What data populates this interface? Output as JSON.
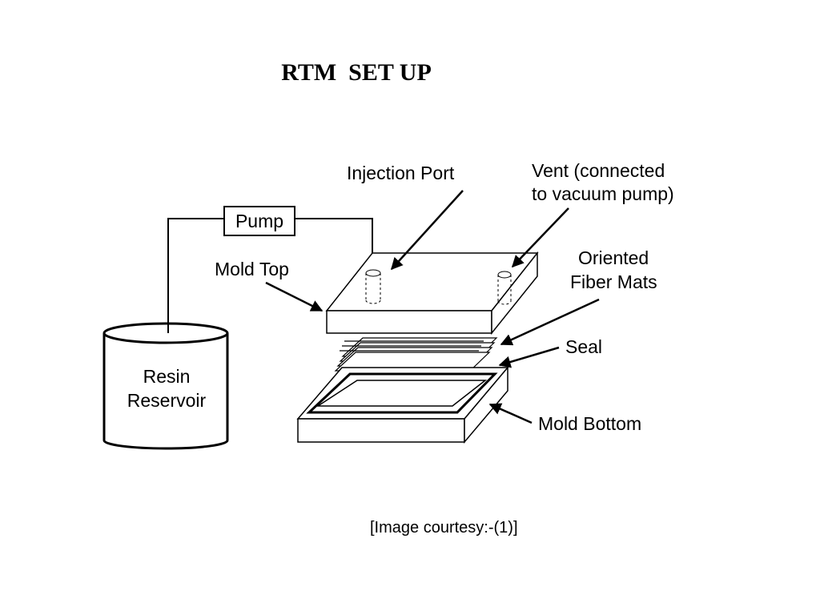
{
  "slide": {
    "title": "RTM  SET UP",
    "caption": "[Image courtesy:-(1)]"
  },
  "diagram": {
    "pump": "Pump",
    "injection_port": "Injection Port",
    "vent_line1": "Vent (connected",
    "vent_line2": "to vacuum pump)",
    "mold_top": "Mold Top",
    "fiber_line1": "Oriented",
    "fiber_line2": "Fiber Mats",
    "seal": "Seal",
    "mold_bottom": "Mold Bottom",
    "reservoir_line1": "Resin",
    "reservoir_line2": "Reservoir"
  }
}
